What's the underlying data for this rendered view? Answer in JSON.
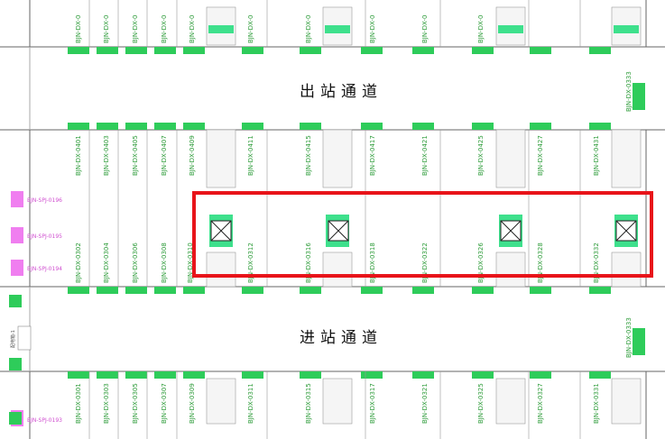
{
  "corridors": {
    "exit": "出站通道",
    "entry": "进站通道"
  },
  "row1_top_labels": [
    "BJN-DX-0",
    "BJN-DX-0",
    "BJN-DX-0",
    "BJN-DX-0",
    "BJN-DX-0",
    "BJN-DX-0",
    "BJN-DX-0",
    "BJN-DX-0",
    "BJN-DX-0",
    "BJN-DX-0"
  ],
  "exit_right_label": "BJN-DX-0333",
  "row2_top_labels": [
    "BJN-DX-0401",
    "BJN-DX-0403",
    "BJN-DX-0405",
    "BJN-DX-0407",
    "BJN-DX-0409",
    "BJN-DX-0411",
    "BJN-DX-0415",
    "BJN-DX-0417",
    "BJN-DX-0421",
    "BJN-DX-0425",
    "BJN-DX-0427",
    "BJN-DX-0431"
  ],
  "row2_bottom_labels": [
    "BJN-DX-0302",
    "BJN-DX-0304",
    "BJN-DX-0306",
    "BJN-DX-0308",
    "BJN-DX-0310",
    "BJN-DX-0312",
    "BJN-DX-0316",
    "BJN-DX-0318",
    "BJN-DX-0322",
    "BJN-DX-0326",
    "BJN-DX-0328",
    "BJN-DX-0332"
  ],
  "entry_right_label": "BJN-DX-0333",
  "row3_labels": [
    "BJN-DX-0301",
    "BJN-DX-0303",
    "BJN-DX-0305",
    "BJN-DX-0307",
    "BJN-DX-0309",
    "BJN-DX-0311",
    "BJN-DX-0315",
    "BJN-DX-0317",
    "BJN-DX-0321",
    "BJN-DX-0325",
    "BJN-DX-0327",
    "BJN-DX-0331"
  ],
  "left_labels": [
    "BJN-SPJ-0196",
    "BJN-SPJ-0195",
    "BJN-SPJ-0194",
    "BJN-SPJ-0193"
  ],
  "left_small_text": "配电箱-1",
  "colors": {
    "device_green": "#2ecc5a",
    "label_green": "#2e9c3a",
    "label_pink": "#d050d0",
    "pink_block": "#f07ef0",
    "highlight_red": "#e8141a",
    "line": "#666666"
  }
}
